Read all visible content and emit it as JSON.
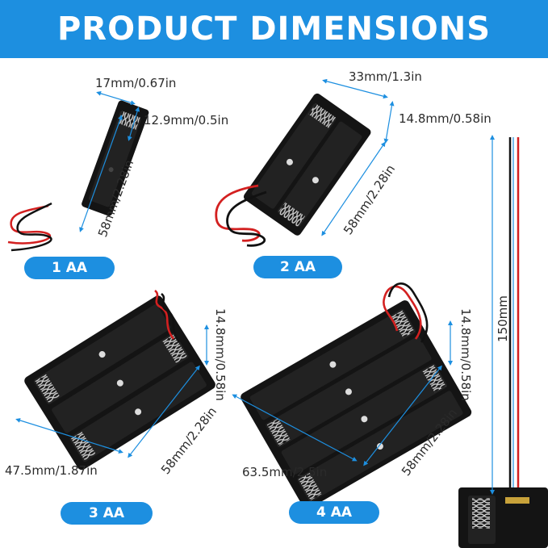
{
  "header": {
    "title": "PRODUCT DIMENSIONS"
  },
  "holders": [
    {
      "label": "1 AA",
      "width": "17mm/0.67in",
      "depth": "12.9mm/0.5in",
      "length": "58mm/2.28in"
    },
    {
      "label": "2 AA",
      "width": "33mm/1.3in",
      "depth": "14.8mm/0.58in",
      "length": "58mm/2.28in"
    },
    {
      "label": "3 AA",
      "width": "47.5mm/1.87in",
      "depth": "14.8mm/0.58in",
      "length": "58mm/2.28in"
    },
    {
      "label": "4 AA",
      "width": "63.5mm/2.5in",
      "depth": "14.8mm/0.58in",
      "length": "58mm/2.28in"
    }
  ],
  "wire": {
    "length": "150mm"
  },
  "colors": {
    "accent": "#1d8fe0",
    "holder": "#141414",
    "wire_red": "#d32020",
    "wire_black": "#111111",
    "spring": "#c9c9c9",
    "contact": "#c8a23a"
  }
}
